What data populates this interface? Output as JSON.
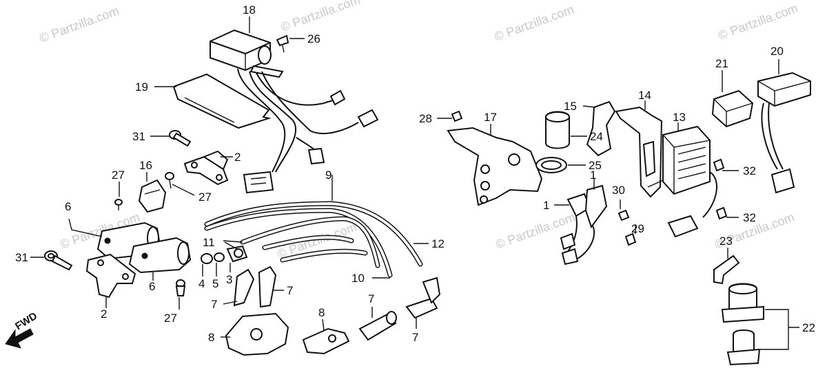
{
  "watermark": "© Partzilla.com",
  "fwd_label": "FWD",
  "callouts": {
    "c1": "1",
    "c1b": "1",
    "c2a": "2",
    "c2b": "2",
    "c3": "3",
    "c4": "4",
    "c5": "5",
    "c6a": "6",
    "c6b": "6",
    "c7a": "7",
    "c7b": "7",
    "c7c": "7",
    "c7d": "7",
    "c8a": "8",
    "c8b": "8",
    "c9": "9",
    "c10": "10",
    "c11": "11",
    "c12": "12",
    "c13": "13",
    "c14": "14",
    "c15": "15",
    "c16": "16",
    "c17": "17",
    "c18": "18",
    "c19": "19",
    "c20": "20",
    "c21": "21",
    "c22": "22",
    "c23": "23",
    "c24": "24",
    "c25": "25",
    "c26": "26",
    "c27a": "27",
    "c27b": "27",
    "c27c": "27",
    "c28": "28",
    "c29": "29",
    "c30": "30",
    "c31a": "31",
    "c31b": "31",
    "c32a": "32",
    "c32b": "32"
  }
}
